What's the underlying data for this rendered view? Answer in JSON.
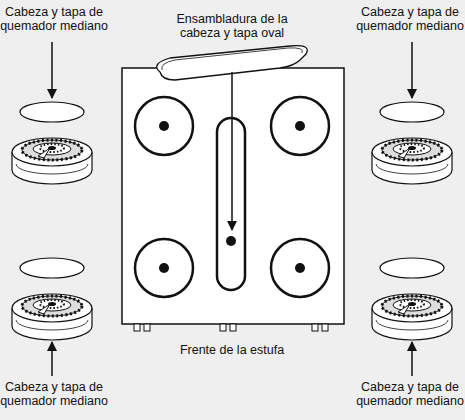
{
  "diagram": {
    "labels": [
      "Cabeza y tapa de quemador mediano",
      "Ensambladura de la cabeza y tapa oval",
      "Cabeza y tapa de quemador mediano",
      "Cabeza y tapa de quemador mediano",
      "Frente de la estufa",
      "Cabeza y tapa de quemador mediano"
    ]
  }
}
